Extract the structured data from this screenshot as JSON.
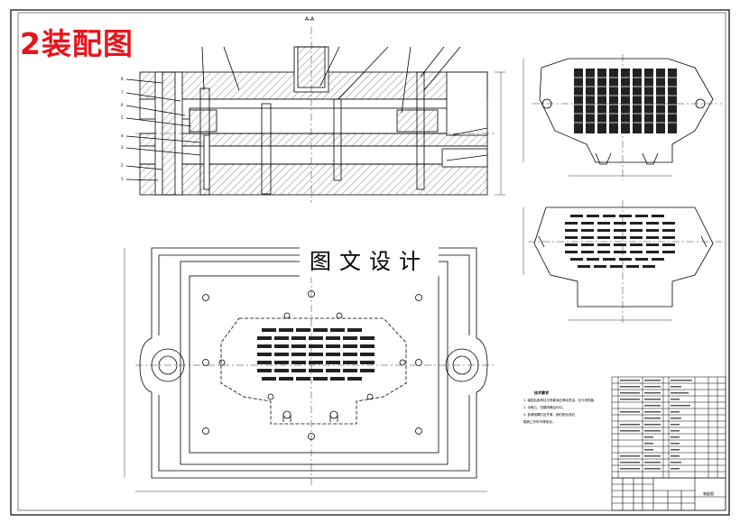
{
  "drawing": {
    "stamp_title": "2装配图",
    "watermark_text": "图文设计",
    "section_label": "A-A"
  },
  "technical_notes": {
    "title": "技术要求",
    "lines": [
      "1. 装配后各导柱与导套间应滑动灵活，无卡滞现象。",
      "2. 冲裁凸、凹模间隙应均匀。",
      "3. 各紧固螺钉应拧紧，销钉配合良好，",
      "   模具工作时不得松动。"
    ]
  },
  "title_block": {
    "drawing_name": "装配图"
  },
  "colors": {
    "line": "#000000",
    "stamp": "#e8141b",
    "paper": "#ffffff",
    "hatch": "#333333"
  }
}
